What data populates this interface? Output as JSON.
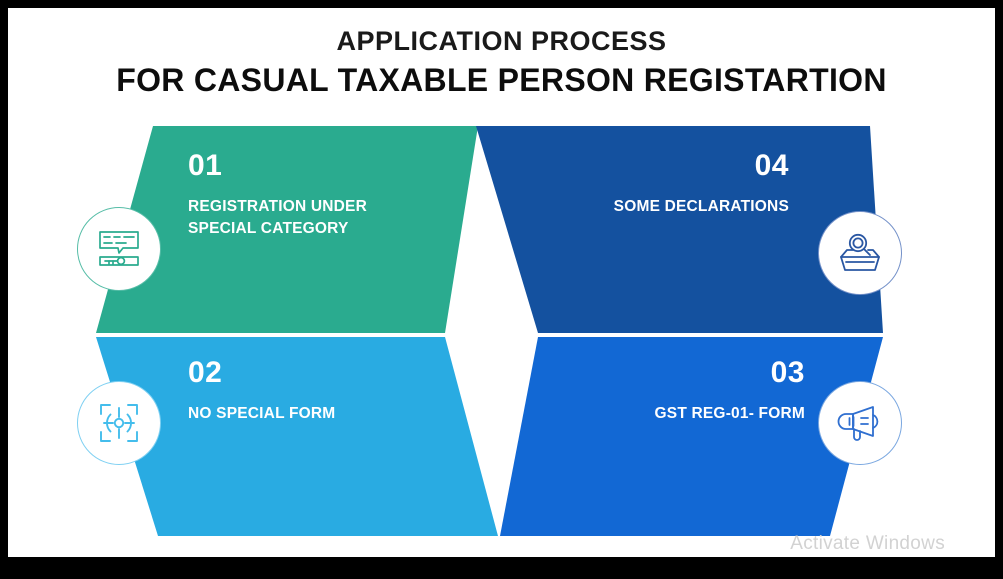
{
  "slide": {
    "title_line_1": "APPLICATION PROCESS",
    "title_line_2": "FOR CASUAL  TAXABLE PERSON REGISTARTION",
    "watermark": "Activate Windows",
    "background": "#ffffff",
    "frame_color": "#000000"
  },
  "quadrants": [
    {
      "number": "01",
      "label": "REGISTRATION  UNDER\nSPECIAL CATEGORY",
      "color": "#2aab8f",
      "position": "top-left",
      "icon": "registration-key-icon",
      "icon_color": "#2aab8f"
    },
    {
      "number": "02",
      "label": "NO SPECIAL  FORM",
      "color": "#29abe2",
      "position": "bottom-left",
      "icon": "target-crosshair-icon",
      "icon_color": "#44bdec"
    },
    {
      "number": "03",
      "label": "GST REG-01- FORM",
      "color": "#1268d4",
      "position": "bottom-right",
      "icon": "megaphone-icon",
      "icon_color": "#2f6fd0"
    },
    {
      "number": "04",
      "label": "SOME DECLARATIONS",
      "color": "#14519f",
      "position": "top-right",
      "icon": "inbox-search-icon",
      "icon_color": "#2a57a3"
    }
  ]
}
